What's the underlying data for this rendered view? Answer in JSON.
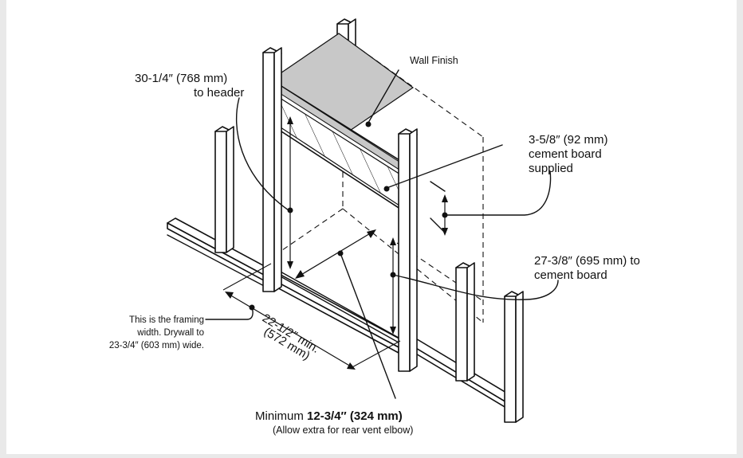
{
  "labels": {
    "header_line1": "30-1/4″ (768 mm)",
    "header_line2": "to header",
    "wall_finish": "Wall Finish",
    "cement_board_line1": "3-5/8″ (92 mm)",
    "cement_board_line2": "cement board",
    "cement_board_line3": "supplied",
    "to_cement_line1": "27-3/8″ (695 mm) to",
    "to_cement_line2": "cement board",
    "framing_line1": "This is the framing",
    "framing_line2": "width. Drywall to",
    "framing_line3": "23-3/4″ (603 mm) wide.",
    "width_line1": "22-1/2″ min.",
    "width_line2": "(572 mm)",
    "depth_prefix": "Minimum ",
    "depth_bold": "12-3/4″ (324 mm)",
    "depth_note": "(Allow extra for rear vent elbow)"
  },
  "colors": {
    "background": "#e9e9e9",
    "panel": "#ffffff",
    "wall_finish_band": "#c8c8c8",
    "line": "#111111"
  }
}
